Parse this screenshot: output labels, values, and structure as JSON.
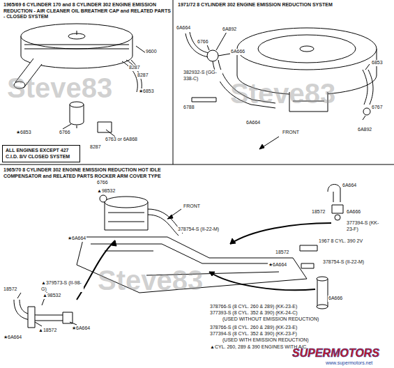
{
  "diagram": {
    "nodes": [
      {
        "text": [
          "ALL ENGINES EXCEPT 427 C.I.D. 8/V CLOSED SYSTEM"
        ]
      }
    ],
    "labels": [
      "1965/69 6 CYLINDER 170 and 8 CYLINDER 302 ENGINE EMISSION REDUCTION - AIR CLEANER OIL BREATHER CAP and RELATED PARTS - CLOSED SYSTEM",
      "9600",
      "8287",
      "8287",
      "★6853",
      "★6853",
      "6766",
      "8287",
      "6763 or 6A868",
      "1971/72 8 CYLINDER 302 ENGINE EMISSION REDUCTION SYSTEM",
      "6A664",
      "6A892",
      "6766",
      "6A666",
      "382932-S (GG-338-C)",
      "6788",
      "6A664",
      "FRONT",
      "6853",
      "6767",
      "6A892",
      "1965/70 8 CYLINDER 302 ENGINE EMISSION REDUCTION HOT IDLE COMPENSATOR and RELATED PARTS ROCKER ARM COVER TYPE",
      "6766",
      "▲98532",
      "FRONT",
      "6A664",
      "18572",
      "6A666",
      "377394-S (KK-23-F)",
      "378754-S (II-22-M)",
      "★6A664",
      "1967 8 CYL. 390 2V",
      "18572",
      "378754-S (II-22-M)",
      "★6A664",
      "6A666",
      "378766-S (8 CYL. 260 & 289) (KK-23-E)",
      "377393-S (8 CYL. 352 & 390) (KK-24-C)",
      "(USED WITHOUT EMISSION REDUCTION)",
      "378766-S (8 CYL. 260 & 289) (KK-23-E)",
      "377394-S (8 CYL. 352 & 390) (KK-23-F)",
      "(USED WITH EMISSION REDUCTION)",
      "▲CYL. 260, 289 & 390 ENGINES WITH A/C",
      "▲379573-S (II-98-G)",
      "18572",
      "▲98532",
      "▲18572",
      "★6A664",
      "★6A664",
      "Steve83",
      "Steve83",
      "Steve83",
      "SUPERMOTORS",
      "www.supermotors.net"
    ]
  }
}
